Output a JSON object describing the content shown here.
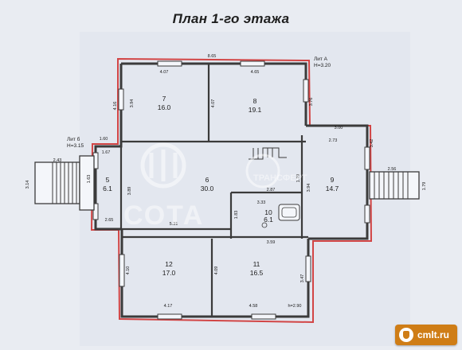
{
  "title": "План 1-го этажа",
  "logo_text": "cmlt.ru",
  "watermark_sota": "СОТА",
  "watermark_trans": "ТРАНСФЕРТ",
  "lit_a": {
    "line1": "Лит А",
    "line2": "Н=3.20"
  },
  "lit_b": {
    "line1": "Лит б",
    "line2": "Н=3.15"
  },
  "rooms": [
    {
      "num": "7",
      "area": "16.0"
    },
    {
      "num": "8",
      "area": "19.1"
    },
    {
      "num": "5",
      "area": "6.1"
    },
    {
      "num": "6",
      "area": "30.0"
    },
    {
      "num": "9",
      "area": "14.7"
    },
    {
      "num": "10",
      "area": "6.1"
    },
    {
      "num": "12",
      "area": "17.0"
    },
    {
      "num": "11",
      "area": "16.5"
    }
  ],
  "dims": {
    "top_total": "8.65",
    "r7_top": "4.07",
    "r8_top": "4.65",
    "r7_left": "4.16",
    "r7_right": "3.94",
    "r8_left": "4.07",
    "r8_right": "3.76",
    "lit_b_top": "1.60",
    "r5_top": "1.67",
    "r5_h": "2.65",
    "r5_side": "1.63",
    "porch_left_top": "2.43",
    "porch_left_side": "3.14",
    "r6_h": "3.89",
    "r6_bottom": "5.31",
    "stair_side": "1.79",
    "r10_top": "2.87",
    "r10_w": "3.33",
    "r10_side": "1.83",
    "right_ext_top": "3.00",
    "r9_top": "2.73",
    "r9_left": "3.94",
    "r9_right": "3.42",
    "porch_right_top": "2.56",
    "porch_right_side": "1.79",
    "mid_right": "3.59",
    "r12_left": "4.10",
    "r11_left": "4.09",
    "r11_right": "3.47",
    "r12_bottom": "4.17",
    "r11_bottom": "4.58",
    "h_bottom": "h=2.90"
  }
}
